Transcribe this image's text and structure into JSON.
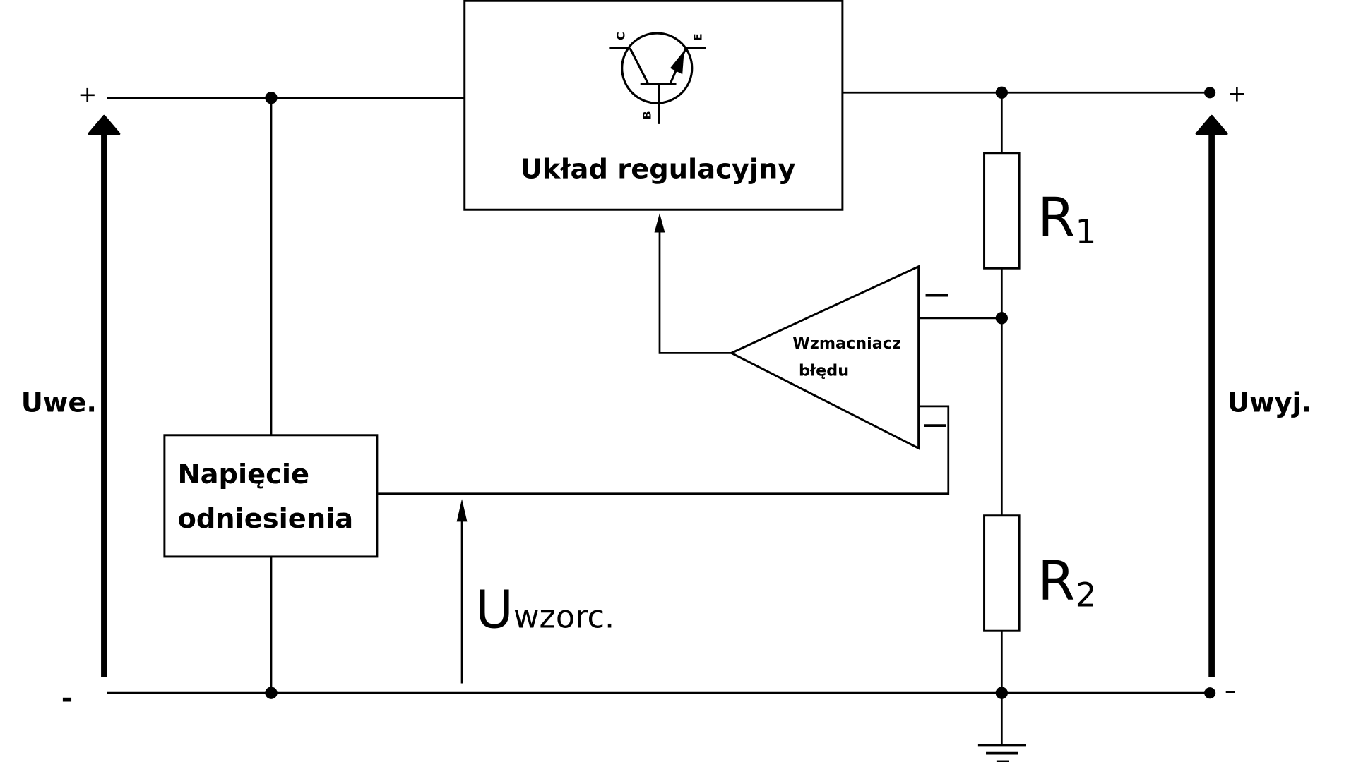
{
  "diagram": {
    "title": "Schemat blokowy stabilizatora napięcia",
    "blocks": {
      "regulator": {
        "label": "Układ regulacyjny",
        "transistor_pins": {
          "collector": "C",
          "emitter": "E",
          "base": "B"
        }
      },
      "reference": {
        "line1": "Napięcie",
        "line2": "odniesienia"
      },
      "error_amp": {
        "line1": "Wzmacniacz",
        "line2": "błędu",
        "input_top_sign": "–",
        "input_bottom_sign": "–"
      }
    },
    "resistors": [
      {
        "name": "R",
        "sub": "1"
      },
      {
        "name": "R",
        "sub": "2"
      }
    ],
    "terminals": {
      "input_plus": "+",
      "input_minus": "-",
      "output_plus": "+",
      "output_minus": "–"
    },
    "voltages": {
      "input": "Uwe.",
      "output": "Uwyj.",
      "reference": {
        "main": "U",
        "sub": "wzorc."
      }
    }
  }
}
